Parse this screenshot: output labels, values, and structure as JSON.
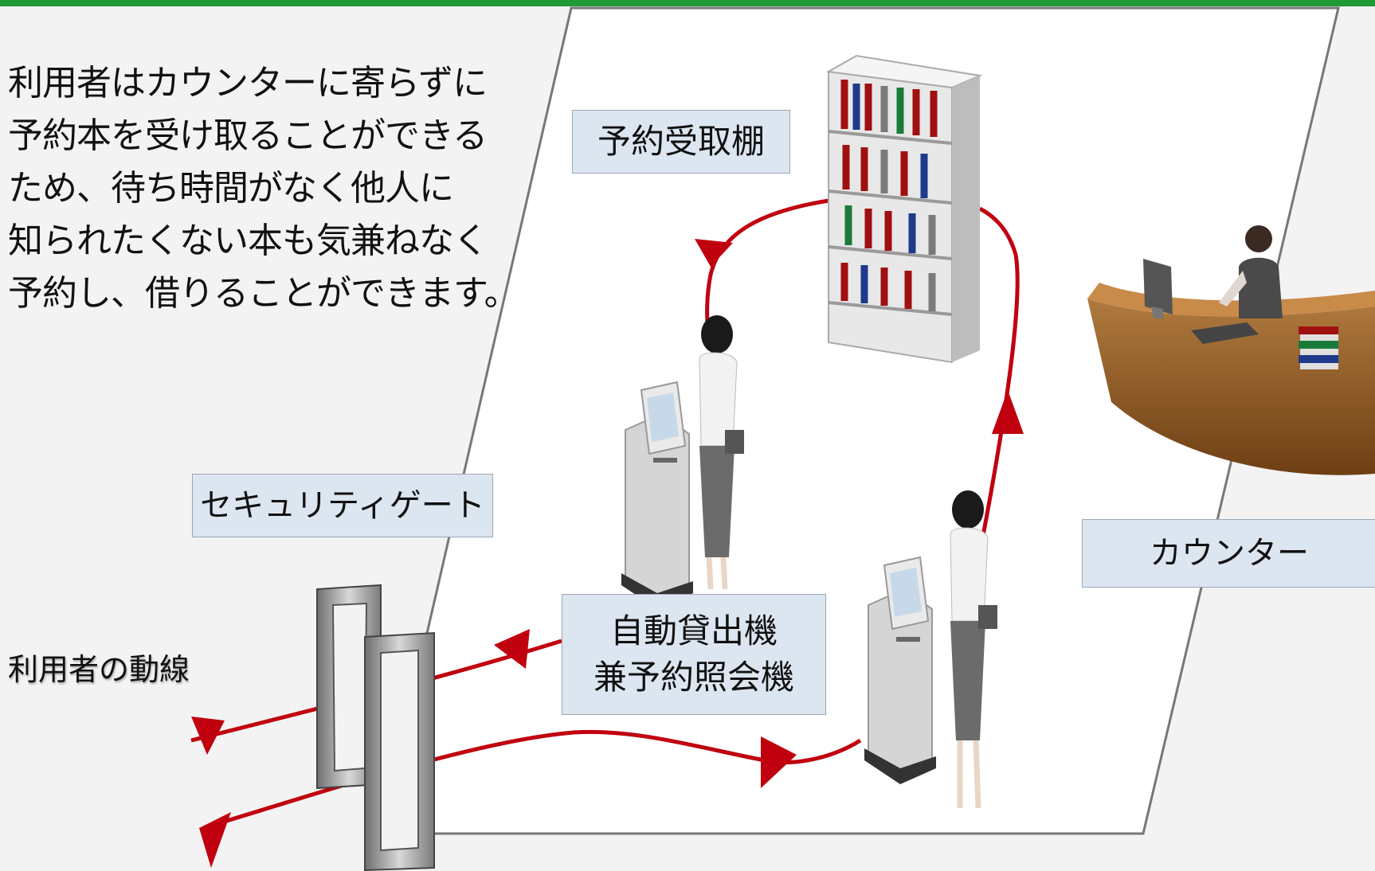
{
  "description_lines": [
    "利用者はカウンターに寄らずに",
    "予約本を受け取ることができる",
    "ため、待ち時間がなく他人に",
    "知られたくない本も気兼ねなく",
    "予約し、借りることができます。"
  ],
  "labels": {
    "reservation_shelf": "予約受取棚",
    "security_gate": "セキュリティゲート",
    "counter": "カウンター",
    "kiosk": "自動貸出機\n兼予約照会機"
  },
  "legend": "利用者の動線",
  "colors": {
    "accent_bar": "#1f9a36",
    "flow_line": "#c0000f",
    "label_bg": "#dce6f1",
    "floor": "#ffffff"
  },
  "icons": [
    "bookshelf-icon",
    "counter-desk-icon",
    "librarian-icon",
    "kiosk-icon",
    "user-woman-icon",
    "security-gate-icon"
  ]
}
